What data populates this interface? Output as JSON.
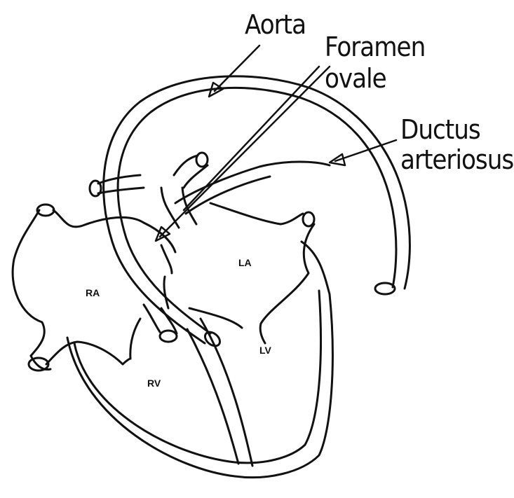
{
  "diagram": {
    "labels": {
      "aorta": "Aorta",
      "foramen_line1": "Foramen",
      "foramen_line2": "ovale",
      "ductus_line1": "Ductus",
      "ductus_line2": "arteriosus"
    },
    "chambers": {
      "ra": "RA",
      "rv": "RV",
      "la": "LA",
      "lv": "LV"
    },
    "colors": {
      "stroke": "#111111",
      "background": "#ffffff"
    }
  }
}
